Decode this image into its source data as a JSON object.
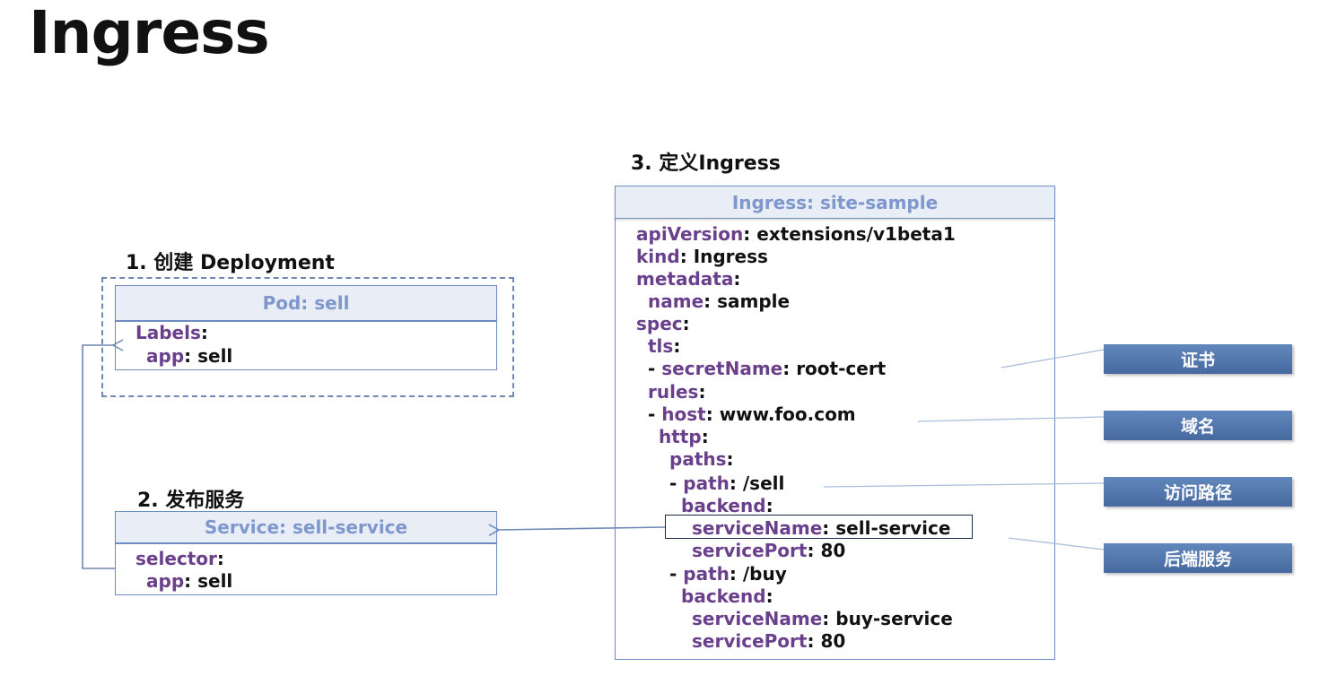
{
  "title": "Ingress",
  "steps": {
    "deployment": "1. 创建 Deployment",
    "service": "2. 发布服务",
    "ingress": "3. 定义Ingress"
  },
  "pod": {
    "header": "Pod: sell",
    "lines": [
      {
        "key": "Labels",
        "sep": ":",
        "value": ""
      },
      {
        "key": "app",
        "sep": ": ",
        "value": "sell"
      }
    ]
  },
  "service": {
    "header": "Service: sell-service",
    "lines": [
      {
        "key": "selector",
        "sep": ":",
        "value": ""
      },
      {
        "key": "app",
        "sep": ": ",
        "value": "sell"
      }
    ]
  },
  "ingress": {
    "header": "Ingress: site-sample",
    "lines": [
      {
        "indent": "",
        "key": "apiVersion",
        "sep": ": ",
        "value": "extensions/v1beta1"
      },
      {
        "indent": "",
        "key": "kind",
        "sep": ": ",
        "value": "Ingress"
      },
      {
        "indent": "",
        "key": "metadata",
        "sep": ":",
        "value": ""
      },
      {
        "indent": "",
        "key": "name",
        "sep": ": ",
        "value": "sample"
      },
      {
        "indent": "",
        "key": "spec",
        "sep": ":",
        "value": ""
      },
      {
        "indent": "",
        "key": "tls",
        "sep": ":",
        "value": ""
      },
      {
        "indent": "- ",
        "key": "secretName",
        "sep": ": ",
        "value": "root-cert"
      },
      {
        "indent": "",
        "key": "rules",
        "sep": ":",
        "value": ""
      },
      {
        "indent": "- ",
        "key": "host",
        "sep": ": ",
        "value": "www.foo.com"
      },
      {
        "indent": "",
        "key": "http",
        "sep": ":",
        "value": ""
      },
      {
        "indent": "",
        "key": "paths",
        "sep": ":",
        "value": ""
      },
      {
        "indent": "- ",
        "key": "path",
        "sep": ": ",
        "value": "/sell"
      },
      {
        "indent": "",
        "key": "backend",
        "sep": ":",
        "value": ""
      },
      {
        "indent": "",
        "key": "serviceName",
        "sep": ": ",
        "value": "sell-service"
      },
      {
        "indent": "",
        "key": "servicePort",
        "sep": ": ",
        "value": "80"
      },
      {
        "indent": "- ",
        "key": "path",
        "sep": ": ",
        "value": "/buy"
      },
      {
        "indent": "",
        "key": "backend",
        "sep": ":",
        "value": ""
      },
      {
        "indent": "",
        "key": "serviceName",
        "sep": ": ",
        "value": "buy-service"
      },
      {
        "indent": "",
        "key": "servicePort",
        "sep": ": ",
        "value": "80"
      }
    ]
  },
  "callouts": [
    "证书",
    "域名",
    "访问路径",
    "后端服务"
  ],
  "colors": {
    "key": "#6a3f8c",
    "header_text": "#7e97cc",
    "border": "#6f8cc0",
    "tag_bg": "#5479b0",
    "arrow": "#6d89b4"
  }
}
